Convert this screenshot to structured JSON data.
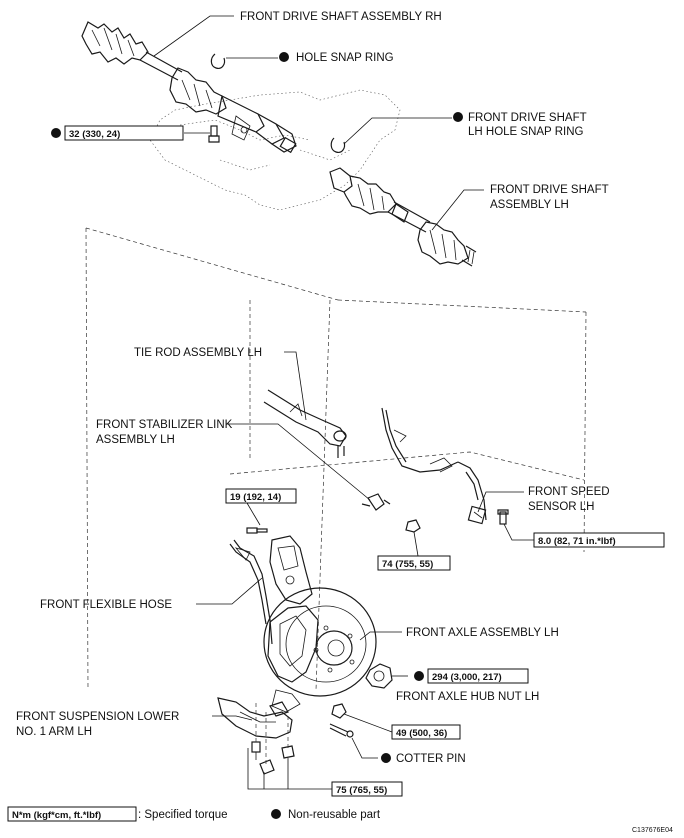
{
  "labels": {
    "rh_shaft": "FRONT DRIVE SHAFT ASSEMBLY RH",
    "hole_snap_ring": "HOLE SNAP RING",
    "lh_snap_ring_1": "FRONT DRIVE SHAFT",
    "lh_snap_ring_2": "LH HOLE SNAP RING",
    "lh_shaft_1": "FRONT DRIVE SHAFT",
    "lh_shaft_2": "ASSEMBLY LH",
    "tie_rod": "TIE ROD ASSEMBLY LH",
    "stab_link_1": "FRONT STABILIZER LINK",
    "stab_link_2": "ASSEMBLY LH",
    "speed_sensor_1": "FRONT SPEED",
    "speed_sensor_2": "SENSOR LH",
    "flex_hose": "FRONT FLEXIBLE HOSE",
    "axle_assembly": "FRONT AXLE ASSEMBLY LH",
    "hub_nut": "FRONT AXLE HUB NUT LH",
    "lower_arm_1": "FRONT SUSPENSION LOWER",
    "lower_arm_2": "NO. 1 ARM LH",
    "cotter_pin": "COTTER PIN"
  },
  "torques": {
    "t32": "32 (330, 24)",
    "t19": "19 (192, 14)",
    "t74": "74 (755, 55)",
    "t80": "8.0 (82, 71 in.*lbf)",
    "t294": "294 (3,000, 217)",
    "t49": "49 (500, 36)",
    "t75": "75 (765, 55)"
  },
  "legend": {
    "torque_unit": "N*m (kgf*cm, ft.*lbf)",
    "torque_text": ": Specified torque",
    "nonreusable_text": "Non-reusable part"
  },
  "figure_code": "C137676E04"
}
